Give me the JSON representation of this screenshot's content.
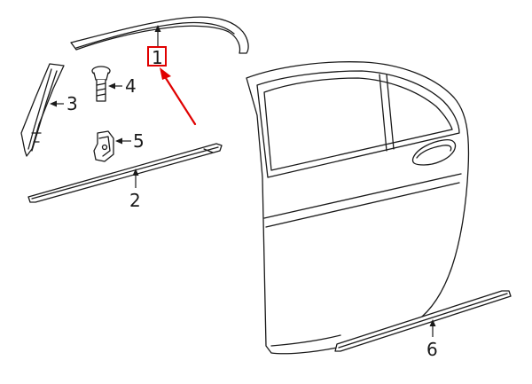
{
  "callouts": [
    {
      "id": "1",
      "label": "1"
    },
    {
      "id": "2",
      "label": "2"
    },
    {
      "id": "3",
      "label": "3"
    },
    {
      "id": "4",
      "label": "4"
    },
    {
      "id": "5",
      "label": "5"
    },
    {
      "id": "6",
      "label": "6"
    }
  ],
  "highlight": {
    "target_callout": "1",
    "color": "#e00000"
  },
  "colors": {
    "line": "#1a1a1a",
    "background": "#ffffff",
    "highlight": "#e00000"
  }
}
